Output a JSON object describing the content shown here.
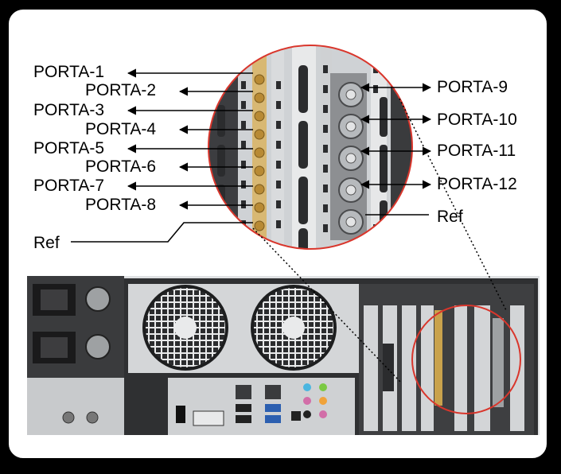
{
  "labels_left": [
    "PORTA-1",
    "PORTA-2",
    "PORTA-3",
    "PORTA-4",
    "PORTA-5",
    "PORTA-6",
    "PORTA-7",
    "PORTA-8"
  ],
  "ref_left": "Ref",
  "labels_right": [
    "PORTA-9",
    "PORTA-10",
    "PORTA-11",
    "PORTA-12"
  ],
  "ref_right": "Ref",
  "colors": {
    "callout_circle": "#d9362c",
    "gold_connector": "#c9a24c",
    "bracket_silver": "#b9bcbf",
    "chassis_dark": "#3a3b3d",
    "chassis_light": "#d8dadc"
  }
}
